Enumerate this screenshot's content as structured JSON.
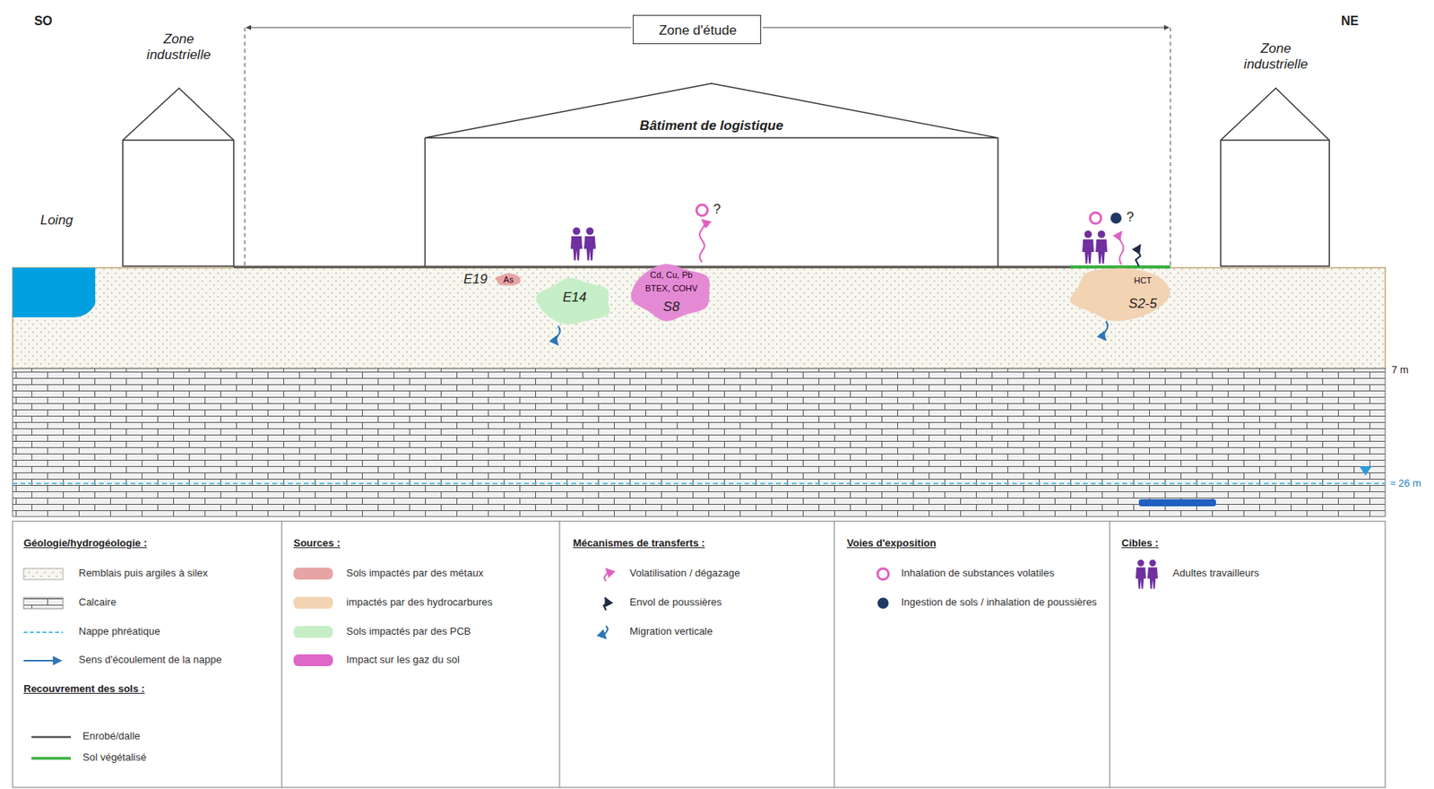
{
  "diagram": {
    "nodes": [
      {
        "text": [
          "Zone d'étude"
        ]
      },
      {
        "text": [
          "Zone industrielle"
        ]
      },
      {
        "text": [
          "Bâtiment de logistique"
        ]
      },
      {
        "text": [
          "Zone industrielle"
        ]
      },
      {
        "text": [
          "E19",
          "As"
        ]
      },
      {
        "text": [
          "E14"
        ]
      },
      {
        "text": [
          "Cd, Cu, Pb",
          "BTEX, COHV",
          "S8"
        ]
      },
      {
        "text": [
          "HCT",
          "S2-5"
        ]
      }
    ],
    "labels": [
      "SO",
      "NE",
      "Loing",
      "?",
      "?",
      "7 m",
      "≈ 26 m",
      "Géologie/hydrogéologie :",
      "Recouvrement des sols :",
      "Sources :",
      "Mécanismes de transferts :",
      "Voies d'exposition",
      "Cibles :"
    ],
    "legend": [
      {
        "text": "Remblais puis argiles à silex"
      },
      {
        "text": "Calcaire"
      },
      {
        "text": "Nappe phréatique"
      },
      {
        "text": "Sens d'écoulement de la nappe"
      },
      {
        "text": "Enrobé/dalle"
      },
      {
        "text": "Sol végétalisé"
      },
      {
        "text": "Sols impactés par des métaux",
        "color": "#e8a4a4"
      },
      {
        "text": "impactés par des hydrocarbures",
        "color": "#f2d3b3"
      },
      {
        "text": "Sols impactés par des PCB",
        "color": "#c6eec6"
      },
      {
        "text": "Impact sur les gaz du sol",
        "color": "#e066c8"
      },
      {
        "text": "Volatilisation / dégazage"
      },
      {
        "text": "Envol de poussières"
      },
      {
        "text": "Migration verticale"
      },
      {
        "text": "Inhalation de substances volatiles"
      },
      {
        "text": "Ingestion de sols / inhalation de poussières"
      },
      {
        "text": "Adultes travailleurs"
      }
    ]
  }
}
